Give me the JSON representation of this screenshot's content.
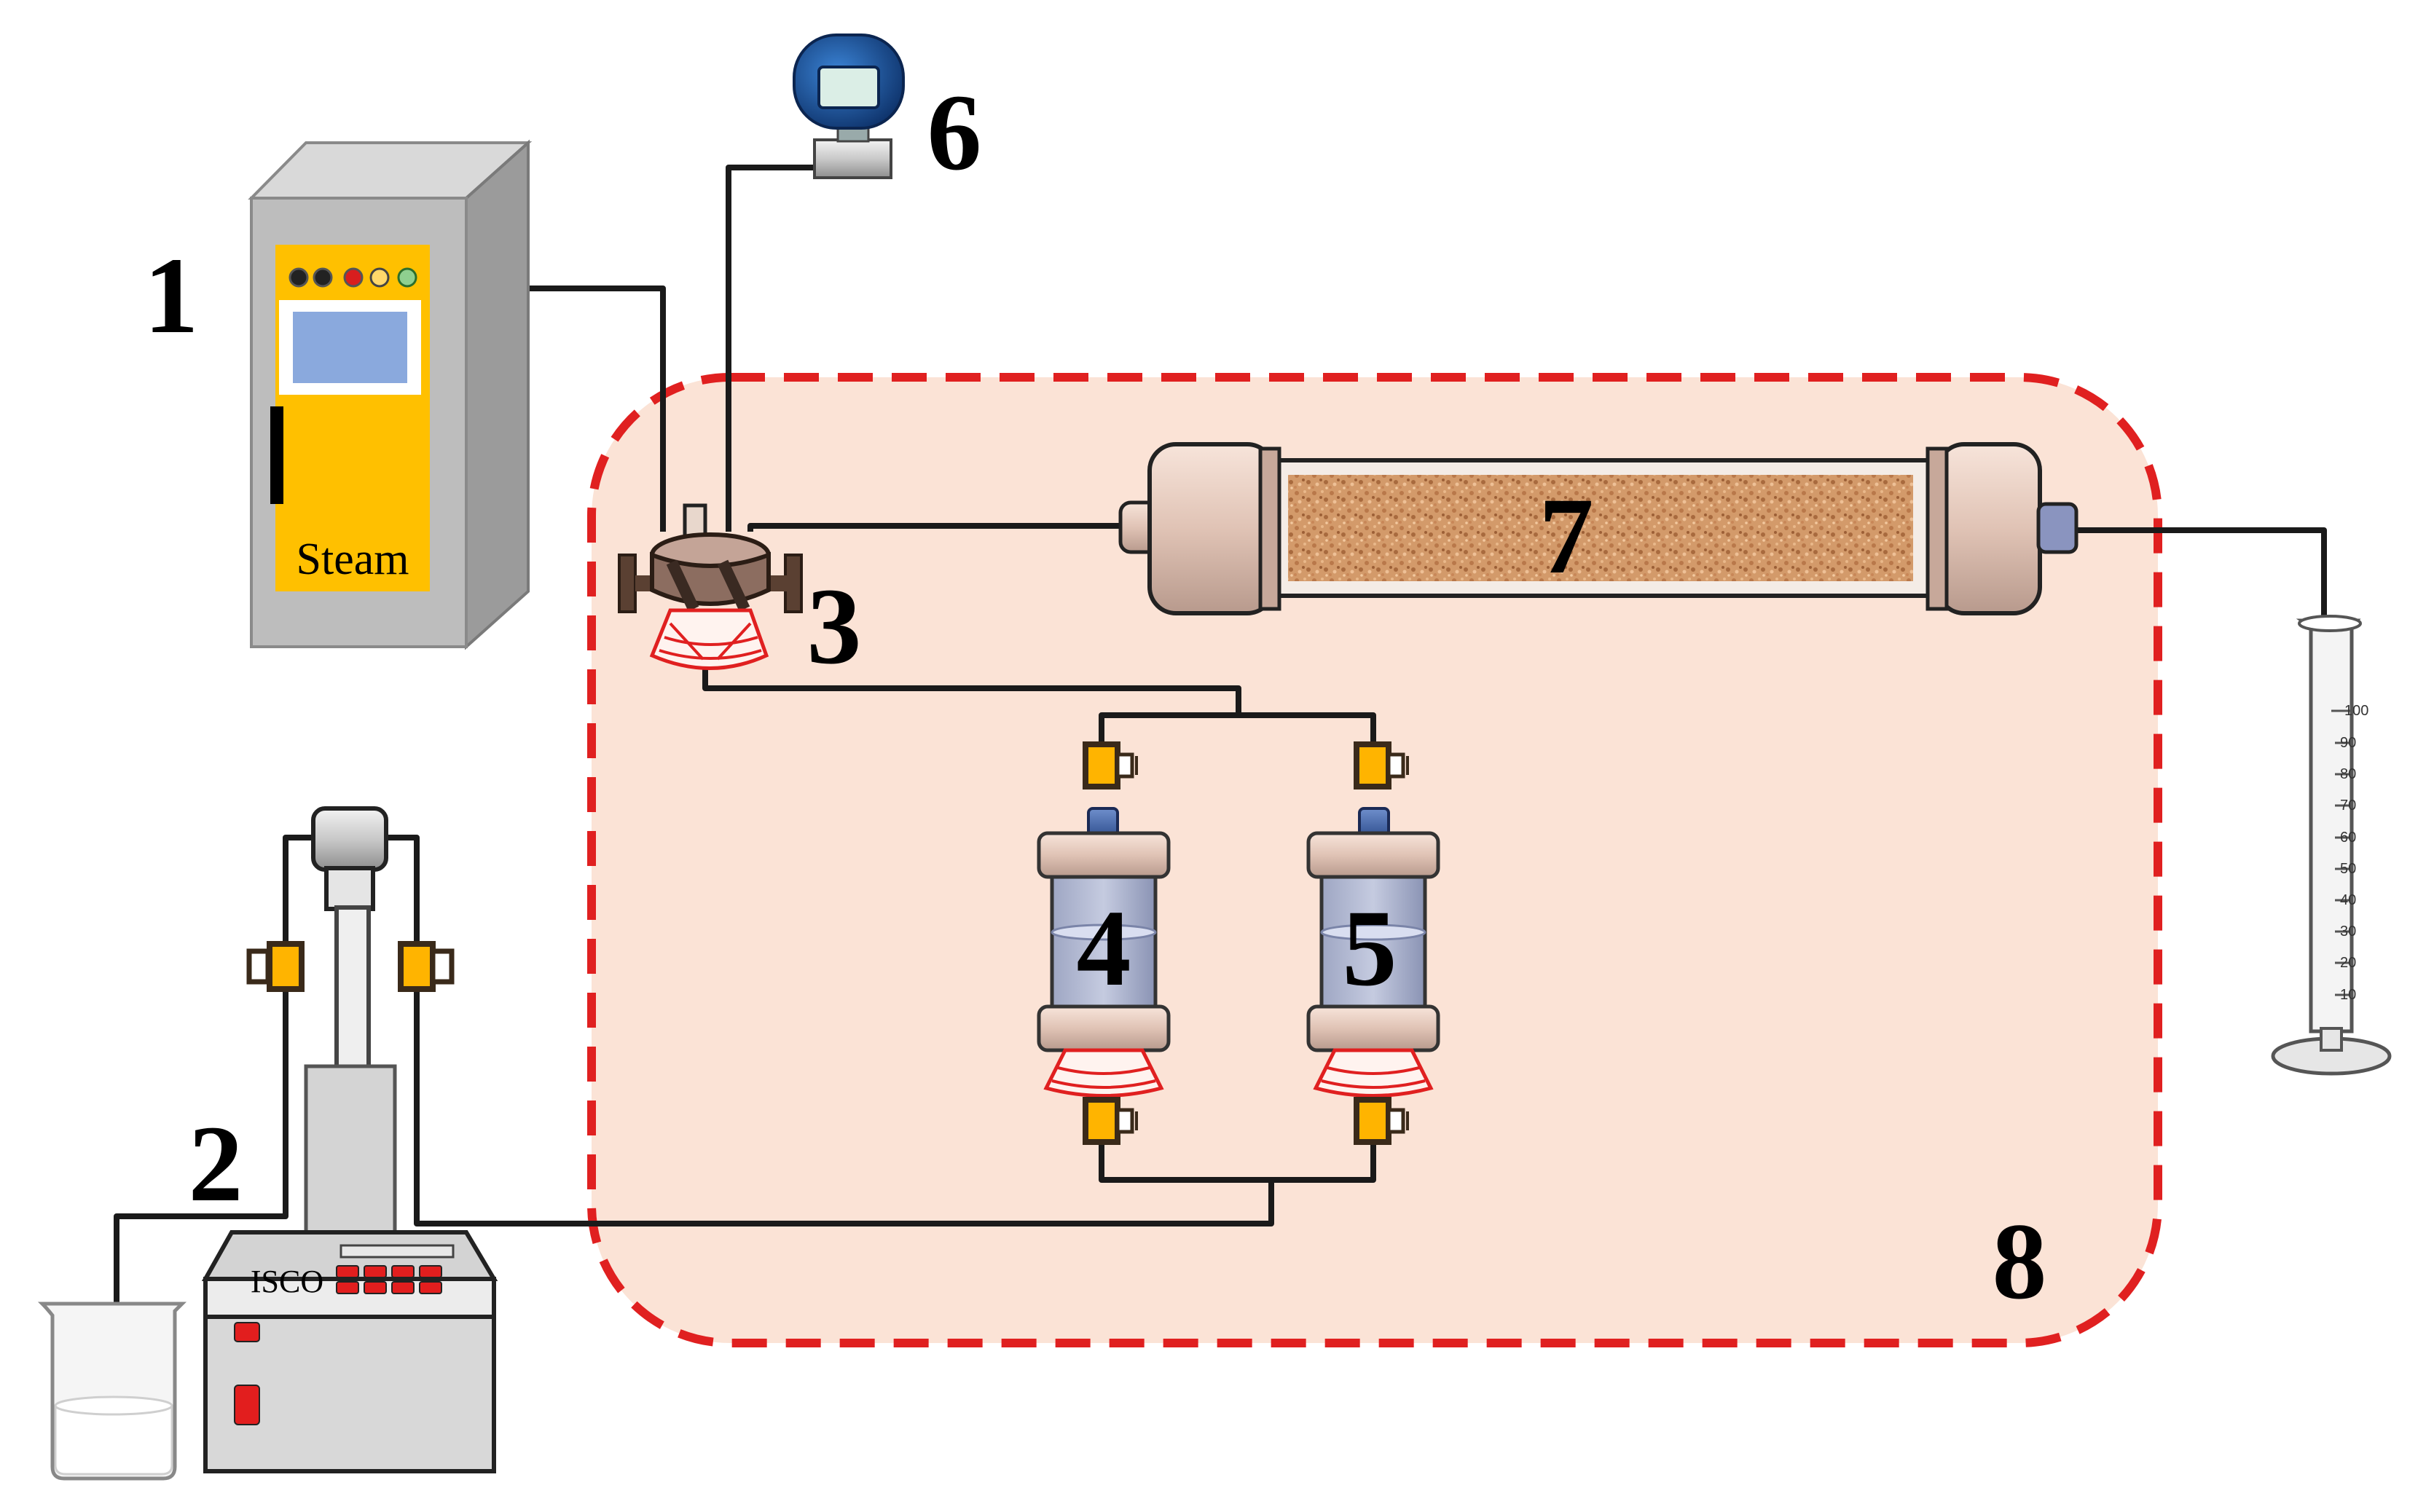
{
  "labels": {
    "steam_generator": "1",
    "isco_pump": "2",
    "six_way_valve": "3",
    "container_a": "4",
    "container_b": "5",
    "pressure_gauge": "6",
    "sand_pack": "7",
    "thermostat": "8"
  },
  "steam_text": "Steam",
  "isco_text": "ISCO",
  "cylinder_ticks": [
    "100",
    "90",
    "80",
    "70",
    "60",
    "50",
    "40",
    "30",
    "20",
    "10"
  ],
  "colors": {
    "thermostat_fill": "#fbe3d6",
    "thermostat_border": "#e02020",
    "steam_panel": "#ffc000",
    "valve_yellow": "#ffb400",
    "heater_red": "#e02020"
  }
}
